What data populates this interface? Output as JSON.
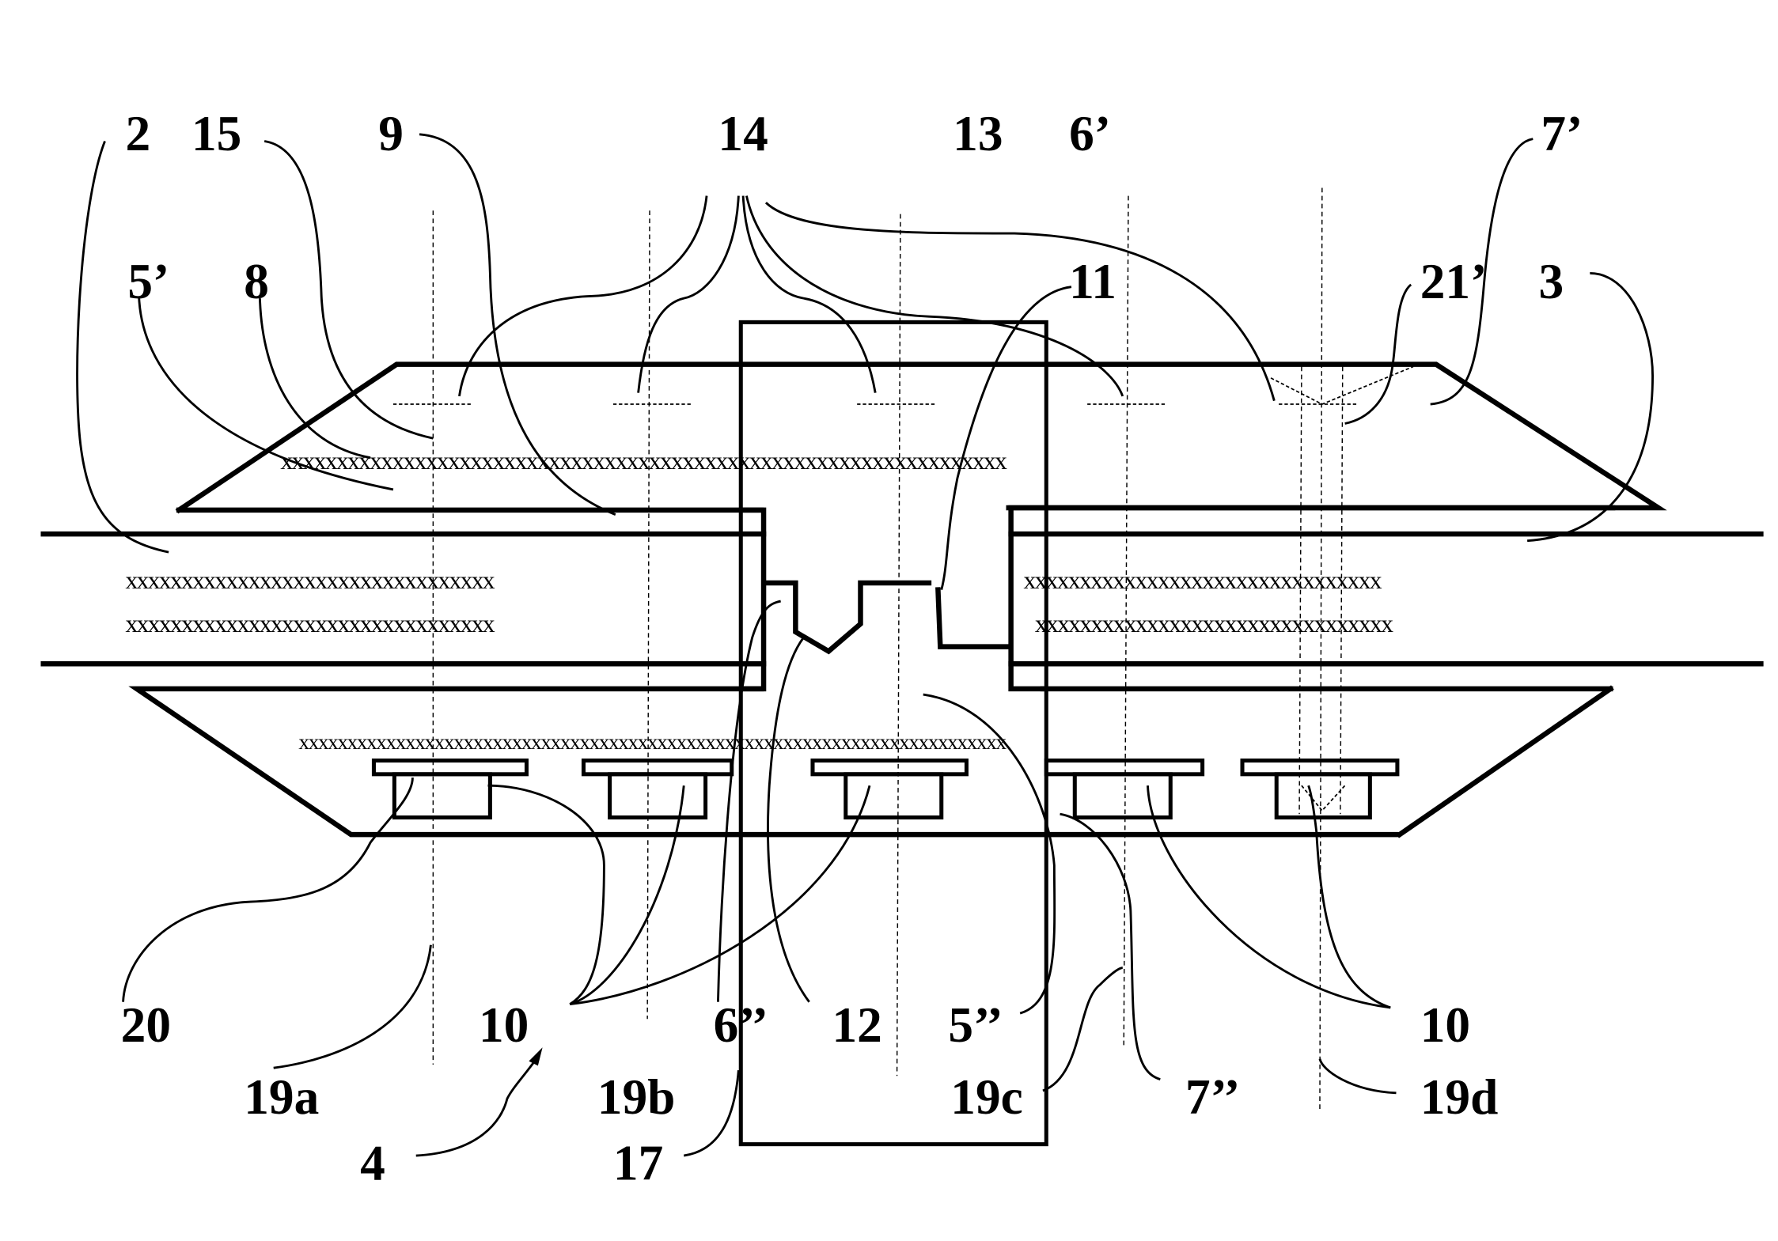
{
  "figure": {
    "type": "patent-cross-section",
    "description": "Cross-sectional view of a layered assembly with upper and lower trapezoidal members clamping a central strip, a vertical insert body with keyed profile, and fastener heads along the lower member",
    "hatch_glyph": "x",
    "line_color": "#000000",
    "background_color": "#ffffff"
  },
  "reference_labels": {
    "r2": "2",
    "r15": "15",
    "r9": "9",
    "r14": "14",
    "r13": "13",
    "r6p": "6’",
    "r7p": "7’",
    "r5p": "5’",
    "r8": "8",
    "r11": "11",
    "r21p": "21’",
    "r3": "3",
    "r20": "20",
    "r10a": "10",
    "r6pp": "6’’",
    "r12": "12",
    "r5pp": "5’’",
    "r10b": "10",
    "r19a": "19a",
    "r4": "4",
    "r19b": "19b",
    "r19c": "19c",
    "r7pp": "7’’",
    "r19d": "19d",
    "r17": "17"
  },
  "hatch_rows": {
    "upper_member": "xxxxxxxxxxxxxxxxxxxxxxxxxxxxxxxxxxxxxxxxxxxxxxxxxxxxxxxxxxxxxxxxx",
    "strip_left_1": "xxxxxxxxxxxxxxxxxxxxxxxxxxxxxxxxx",
    "strip_left_2": "xxxxxxxxxxxxxxxxxxxxxxxxxxxxxxxxx",
    "strip_right_1": "xxxxxxxxxxxxxxxxxxxxxxxxxxxxxxxx",
    "strip_right_2": "xxxxxxxxxxxxxxxxxxxxxxxxxxxxxxxx",
    "lower_member": "xxxxxxxxxxxxxxxxxxxxxxxxxxxxxxxxxxxxxxxxxxxxxxxxxxxxxxxxxxxxxxxxxxxxxxxxx"
  },
  "fasteners": {
    "count": 5,
    "names": [
      "fastener-1",
      "fastener-2",
      "fastener-3",
      "fastener-4",
      "fastener-5"
    ]
  },
  "axis_lines": {
    "count": 5
  }
}
